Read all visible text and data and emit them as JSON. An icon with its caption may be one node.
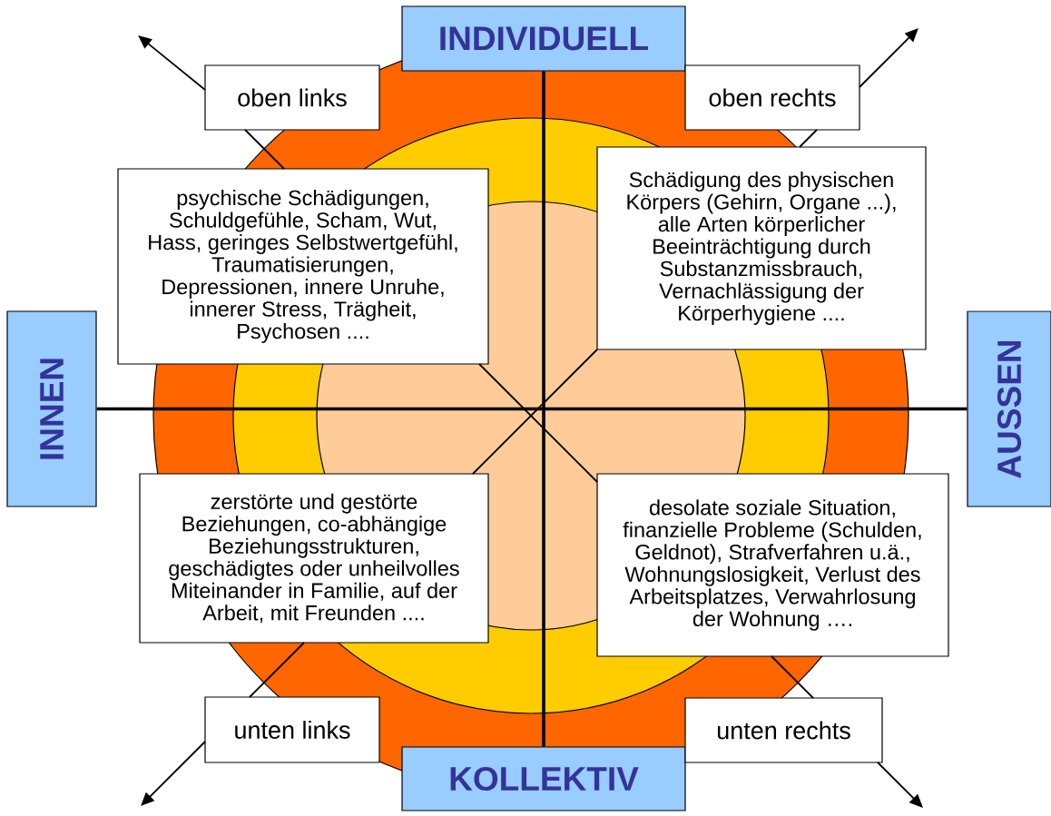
{
  "diagram": {
    "nodes": [
      {
        "text": [
          "INDIVIDUELL"
        ]
      },
      {
        "text": [
          "INNEN"
        ]
      },
      {
        "text": [
          "AUSSEN"
        ]
      },
      {
        "text": [
          "KOLLEKTIV"
        ]
      },
      {
        "text": [
          "oben links"
        ]
      },
      {
        "text": [
          "oben rechts"
        ]
      },
      {
        "text": [
          "psychische Schädigungen, Schuldgefühle, Scham, Wut, Hass, geringes Selbstwertgefühl, Traumatisierungen, Depressionen, innere Unruhe, innerer Stress, Trägheit, Psychosen ...."
        ]
      },
      {
        "text": [
          "Schädigung des physischen Körpers (Gehirn, Organe ...), alle Arten körperlicher Beeinträchtigung durch Substanzmissbrauch, Vernachlässigung der Körperhygiene ...."
        ]
      },
      {
        "text": [
          "zerstörte und gestörte Beziehungen, co-abhängige Beziehungsstrukturen, geschädigtes oder unheilvolles Miteinander in Familie, auf der Arbeit, mit Freunden ...."
        ]
      },
      {
        "text": [
          "desolate soziale Situation, finanzielle Probleme (Schulden, Geldnot), Strafverfahren u.ä., Wohnungslosigkeit, Verlust des Arbeitsplatzes, Verwahrlosung der Wohnung …."
        ]
      },
      {
        "text": [
          "unten links"
        ]
      },
      {
        "text": [
          "unten rechts"
        ]
      }
    ],
    "edges": [
      {
        "from": 0,
        "to": 3,
        "arrow": "none",
        "style": "thick"
      },
      {
        "from": 1,
        "to": 2,
        "arrow": "none",
        "style": "thick"
      },
      {
        "from": 4,
        "to": null,
        "arrow": "to"
      },
      {
        "from": 5,
        "to": null,
        "arrow": "to"
      },
      {
        "from": 10,
        "to": null,
        "arrow": "to"
      },
      {
        "from": 11,
        "to": null,
        "arrow": "to"
      },
      {
        "from": 4,
        "to": 6,
        "arrow": "none"
      },
      {
        "from": 6,
        "to": 9,
        "arrow": "none"
      },
      {
        "from": 9,
        "to": 11,
        "arrow": "none"
      },
      {
        "from": 5,
        "to": 7,
        "arrow": "none"
      },
      {
        "from": 7,
        "to": 8,
        "arrow": "none"
      },
      {
        "from": 8,
        "to": 10,
        "arrow": "none"
      }
    ]
  }
}
